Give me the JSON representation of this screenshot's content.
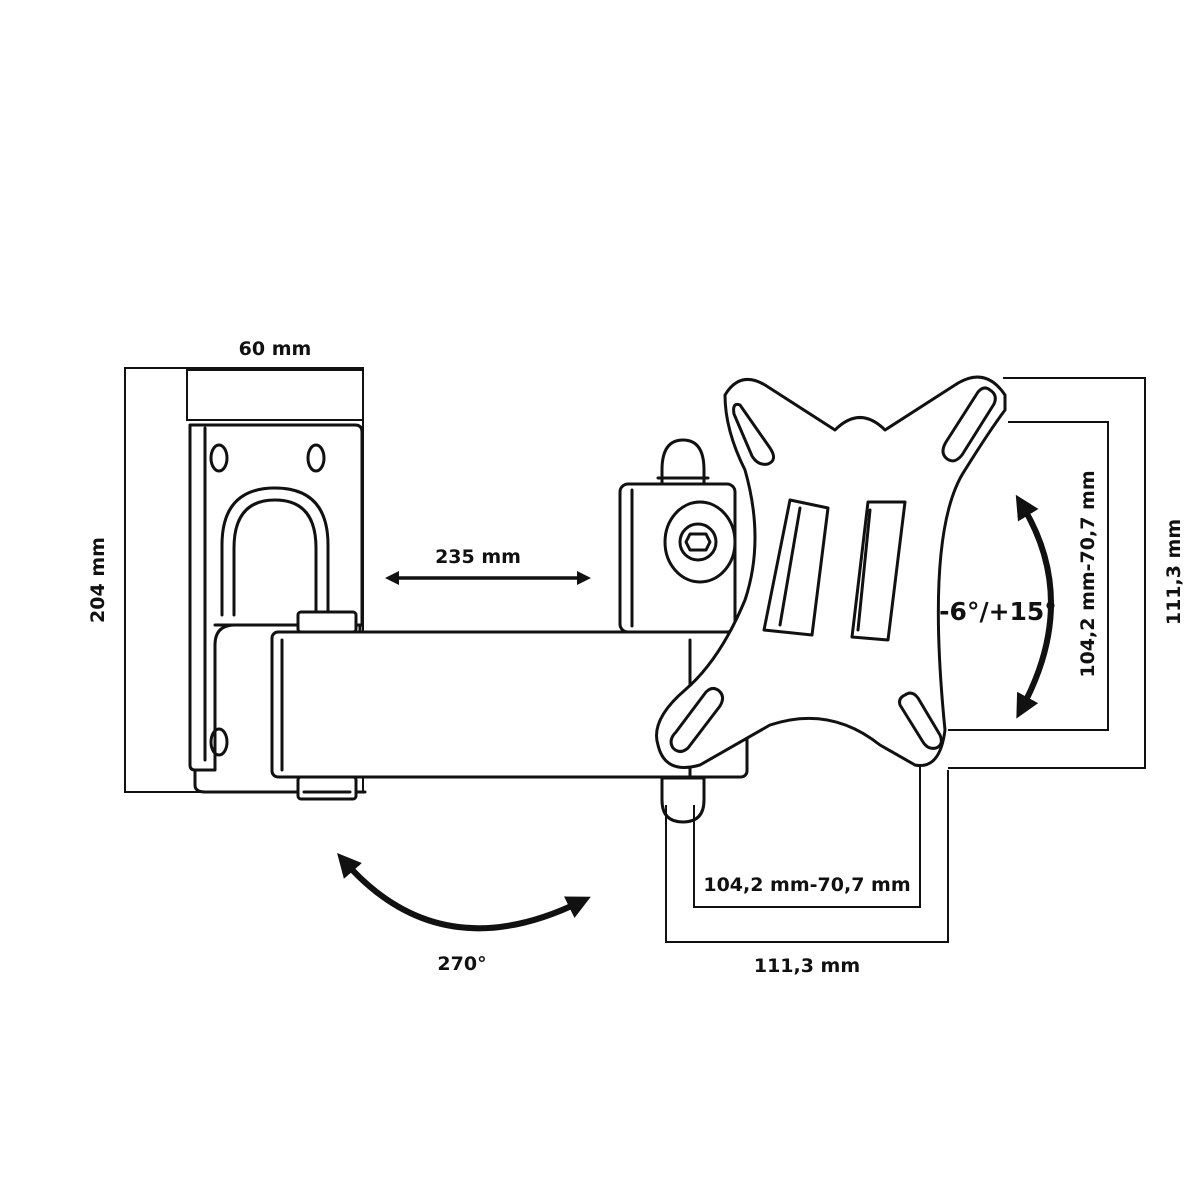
{
  "dimensions": {
    "base_width": "60 mm",
    "base_height": "204 mm",
    "arm_extension": "235 mm",
    "swivel_angle": "270°",
    "tilt_range": "-6°/+15°",
    "vesa_vertical_inner": "104,2 mm-70,7 mm",
    "vesa_vertical_outer": "111,3 mm",
    "vesa_horizontal_inner": "104,2 mm-70,7 mm",
    "vesa_horizontal_outer": "111,3 mm"
  },
  "colors": {
    "line": "#111111",
    "background": "#ffffff"
  }
}
